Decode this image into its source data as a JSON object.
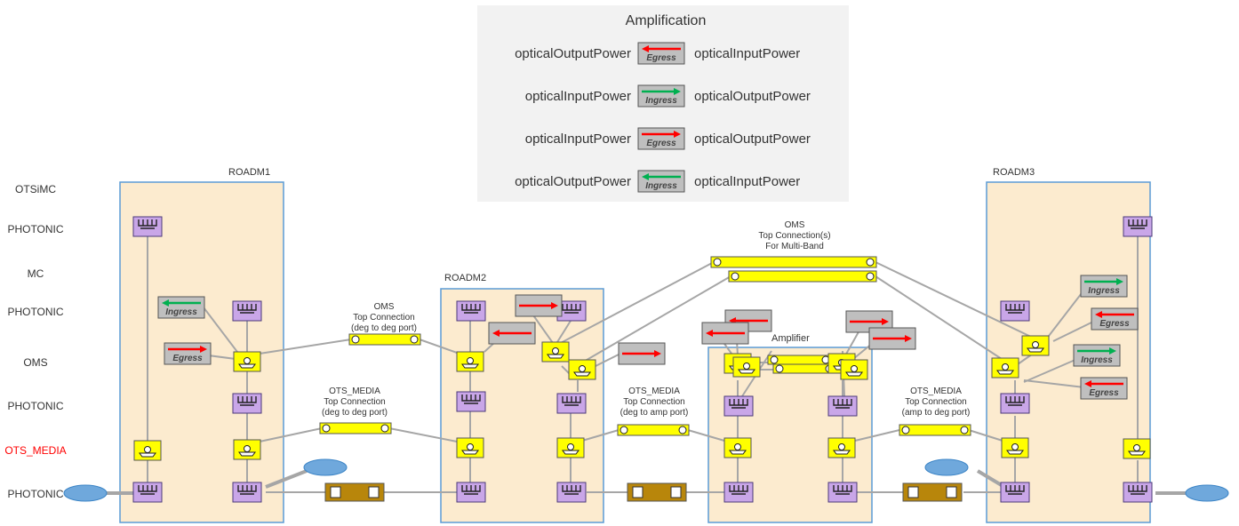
{
  "legend": {
    "title": "Amplification",
    "rows": [
      {
        "left": "opticalOutputPower",
        "box": "Egress",
        "arrow": "left",
        "color": "red",
        "right": "opticalInputPower"
      },
      {
        "left": "opticalInputPower",
        "box": "Ingress",
        "arrow": "right",
        "color": "green",
        "right": "opticalOutputPower"
      },
      {
        "left": "opticalInputPower",
        "box": "Egress",
        "arrow": "right",
        "color": "red",
        "right": "opticalOutputPower"
      },
      {
        "left": "opticalOutputPower",
        "box": "Ingress",
        "arrow": "left",
        "color": "green",
        "right": "opticalInputPower"
      }
    ]
  },
  "layers": [
    "OTSiMC",
    "PHOTONIC",
    "MC",
    "PHOTONIC",
    "OMS",
    "PHOTONIC",
    "OTS_MEDIA",
    "PHOTONIC"
  ],
  "nodes": {
    "roadm1": "ROADM1",
    "roadm2": "ROADM2",
    "amplifier": "Amplifier",
    "roadm3": "ROADM3"
  },
  "connections": {
    "oms_1": [
      "OMS",
      "Top Connection",
      "(deg to deg port)"
    ],
    "ots_1": [
      "OTS_MEDIA",
      "Top Connection",
      "(deg to deg port)"
    ],
    "ots_2": [
      "OTS_MEDIA",
      "Top Connection",
      "(deg to amp port)"
    ],
    "ots_3": [
      "OTS_MEDIA",
      "Top Connection",
      "(amp to deg port)"
    ],
    "oms_multiband": [
      "OMS",
      "Top Connection(s)",
      "For Multi-Band"
    ]
  },
  "tags": {
    "ingress": "Ingress",
    "egress": "Egress"
  },
  "colors": {
    "node_fill": "#fcebcf",
    "node_border": "#5b9bd5",
    "photonic_fill": "#c9a6e8",
    "oms_fill": "#ffff00",
    "fiber_fill": "#b8860b",
    "otsi_label": "#ff0000",
    "arrow_red": "#ff0000",
    "arrow_green": "#00b050",
    "tag_fill": "#bfbfbf",
    "legend_bg": "#f2f2f2",
    "line": "#a6a6a6"
  }
}
